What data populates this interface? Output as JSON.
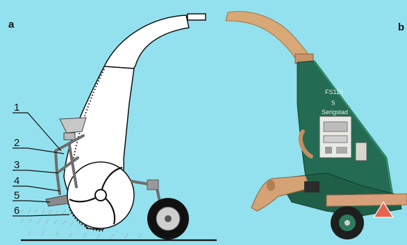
{
  "panels": {
    "a": {
      "letter": "a"
    },
    "b": {
      "letter": "b"
    }
  },
  "callouts": [
    "1",
    "2",
    "3",
    "4",
    "5",
    "6"
  ],
  "machine_branding": {
    "model": "FS115",
    "logo_glyph": "S",
    "maker": "Serigstad"
  },
  "colors": {
    "background": "#93e1ee",
    "machine_body": "#236b52",
    "spout": "#d9a877",
    "outline": "#111111"
  }
}
